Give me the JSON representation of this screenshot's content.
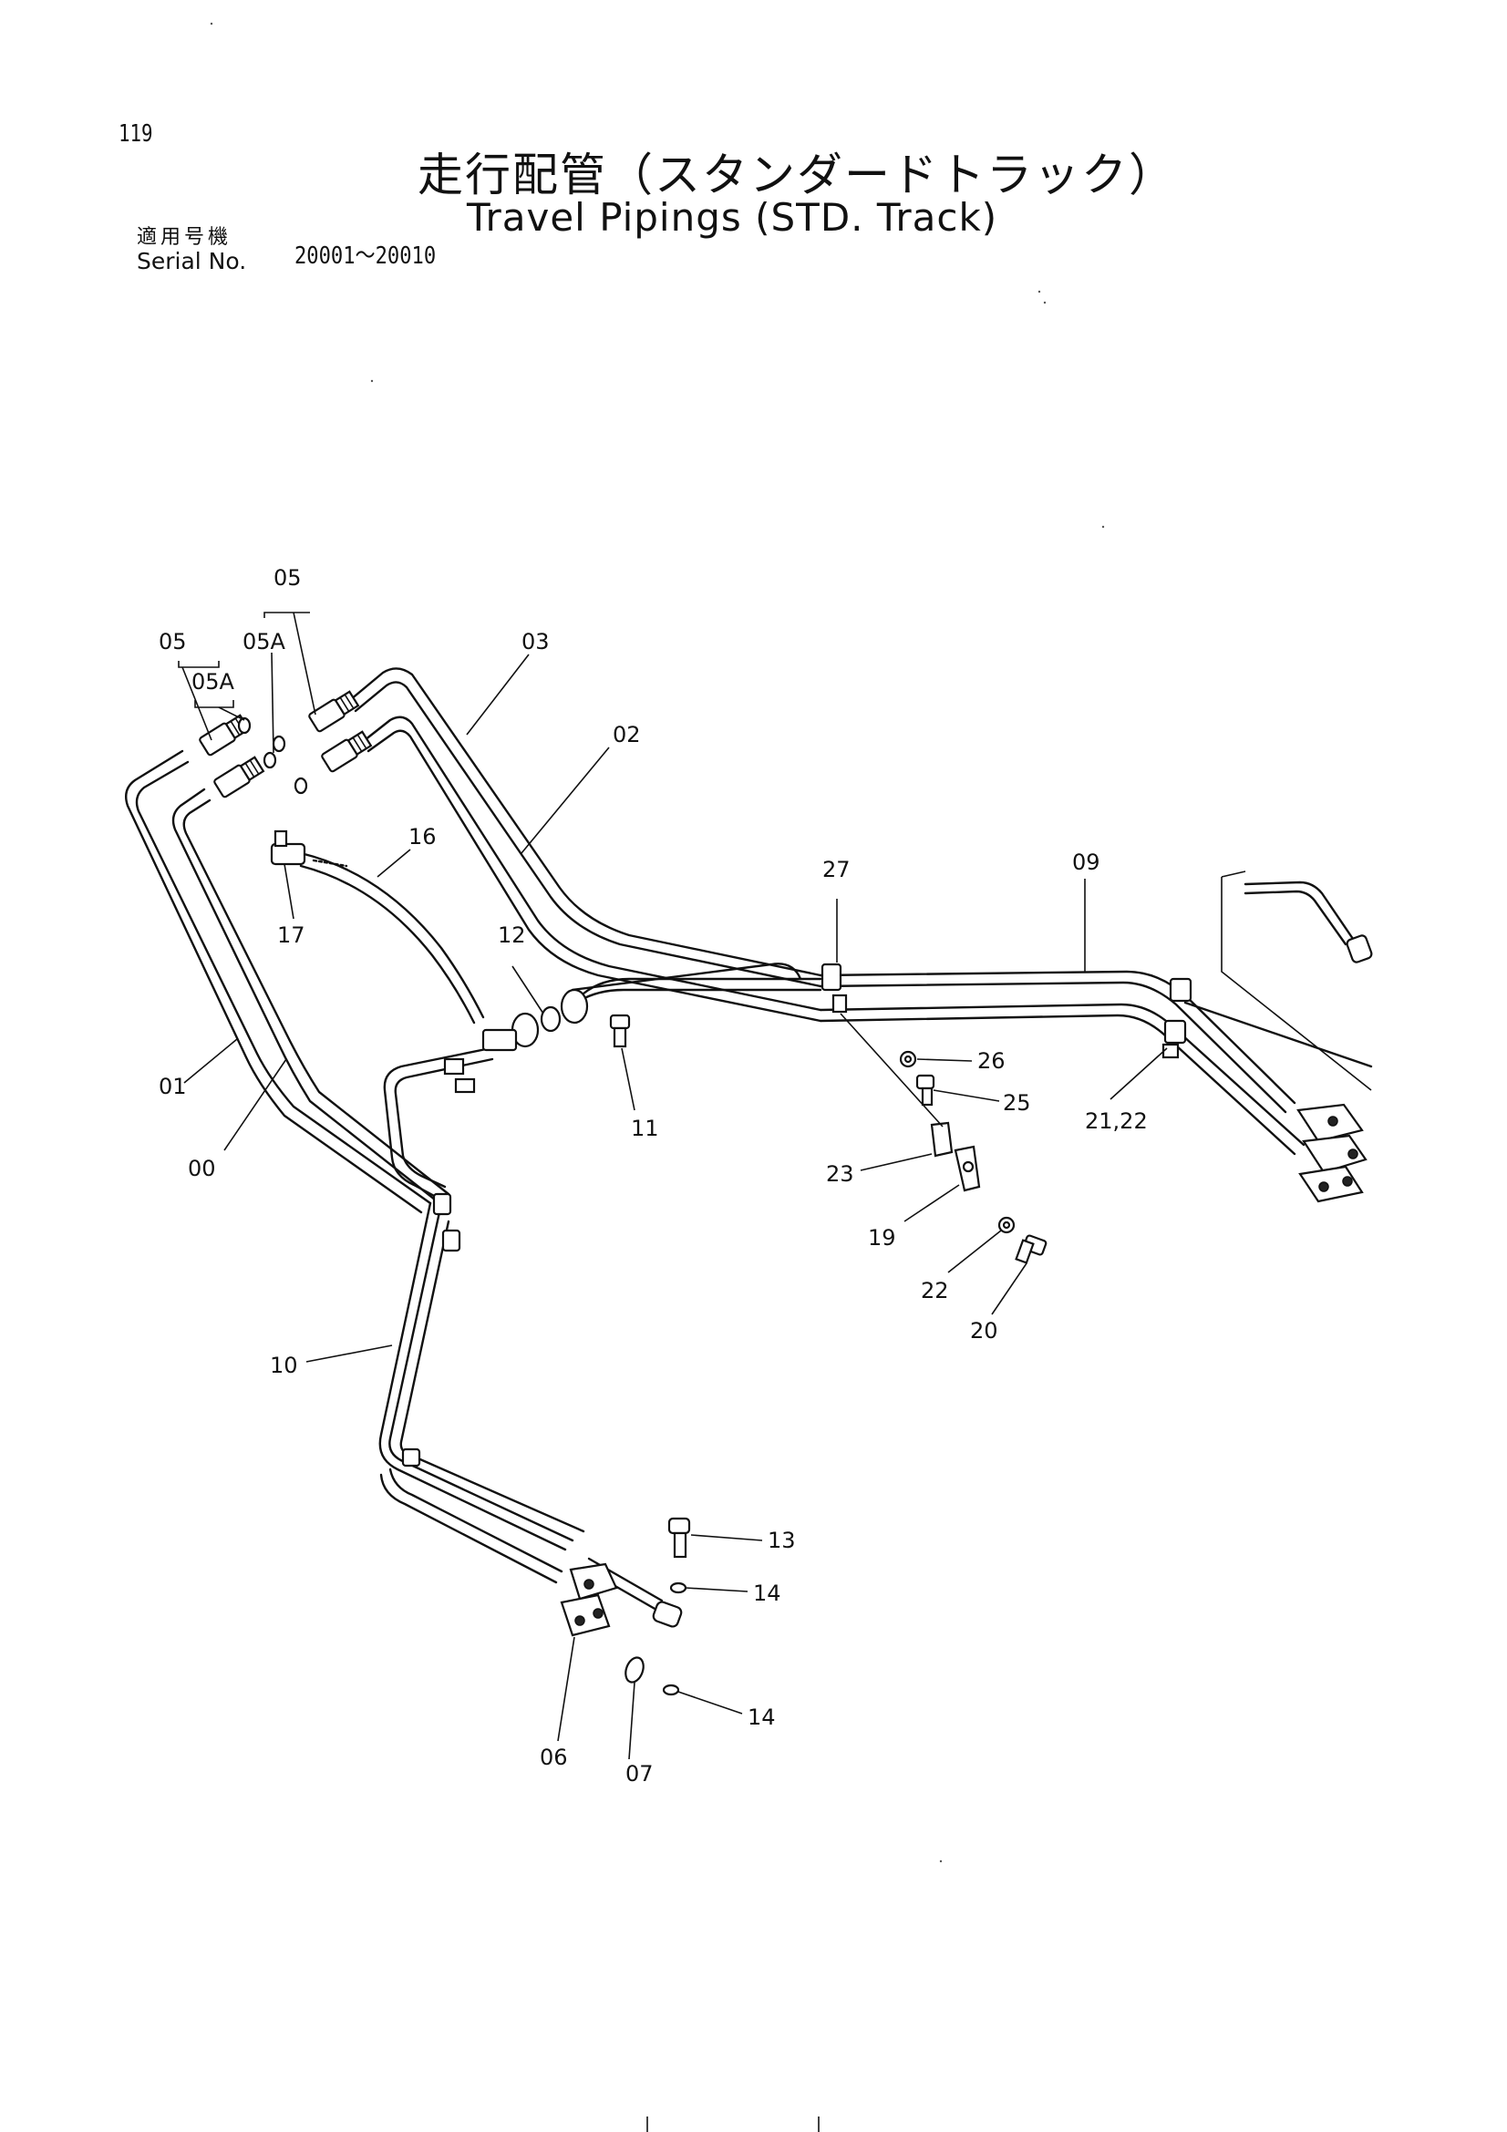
{
  "page_number": "119",
  "title_jp": "走行配管（スタンダードトラック）",
  "title_en": "Travel Pipings (STD. Track)",
  "serial_label_jp": "適用号機",
  "serial_label_en": "Serial No.",
  "serial_range": "20001～20010",
  "part_labels": {
    "p05_left": "05",
    "p05a_left": "05A",
    "p05_top": "05",
    "p05a_top": "05A",
    "p03": "03",
    "p02": "02",
    "p16": "16",
    "p17": "17",
    "p12": "12",
    "p11": "11",
    "p01": "01",
    "p00": "00",
    "p27": "27",
    "p09": "09",
    "p26": "26",
    "p25": "25",
    "p21_22": "21,22",
    "p23": "23",
    "p19": "19",
    "p22": "22",
    "p20": "20",
    "p10": "10",
    "p13": "13",
    "p14_top": "14",
    "p14_bottom": "14",
    "p06": "06",
    "p07": "07"
  }
}
